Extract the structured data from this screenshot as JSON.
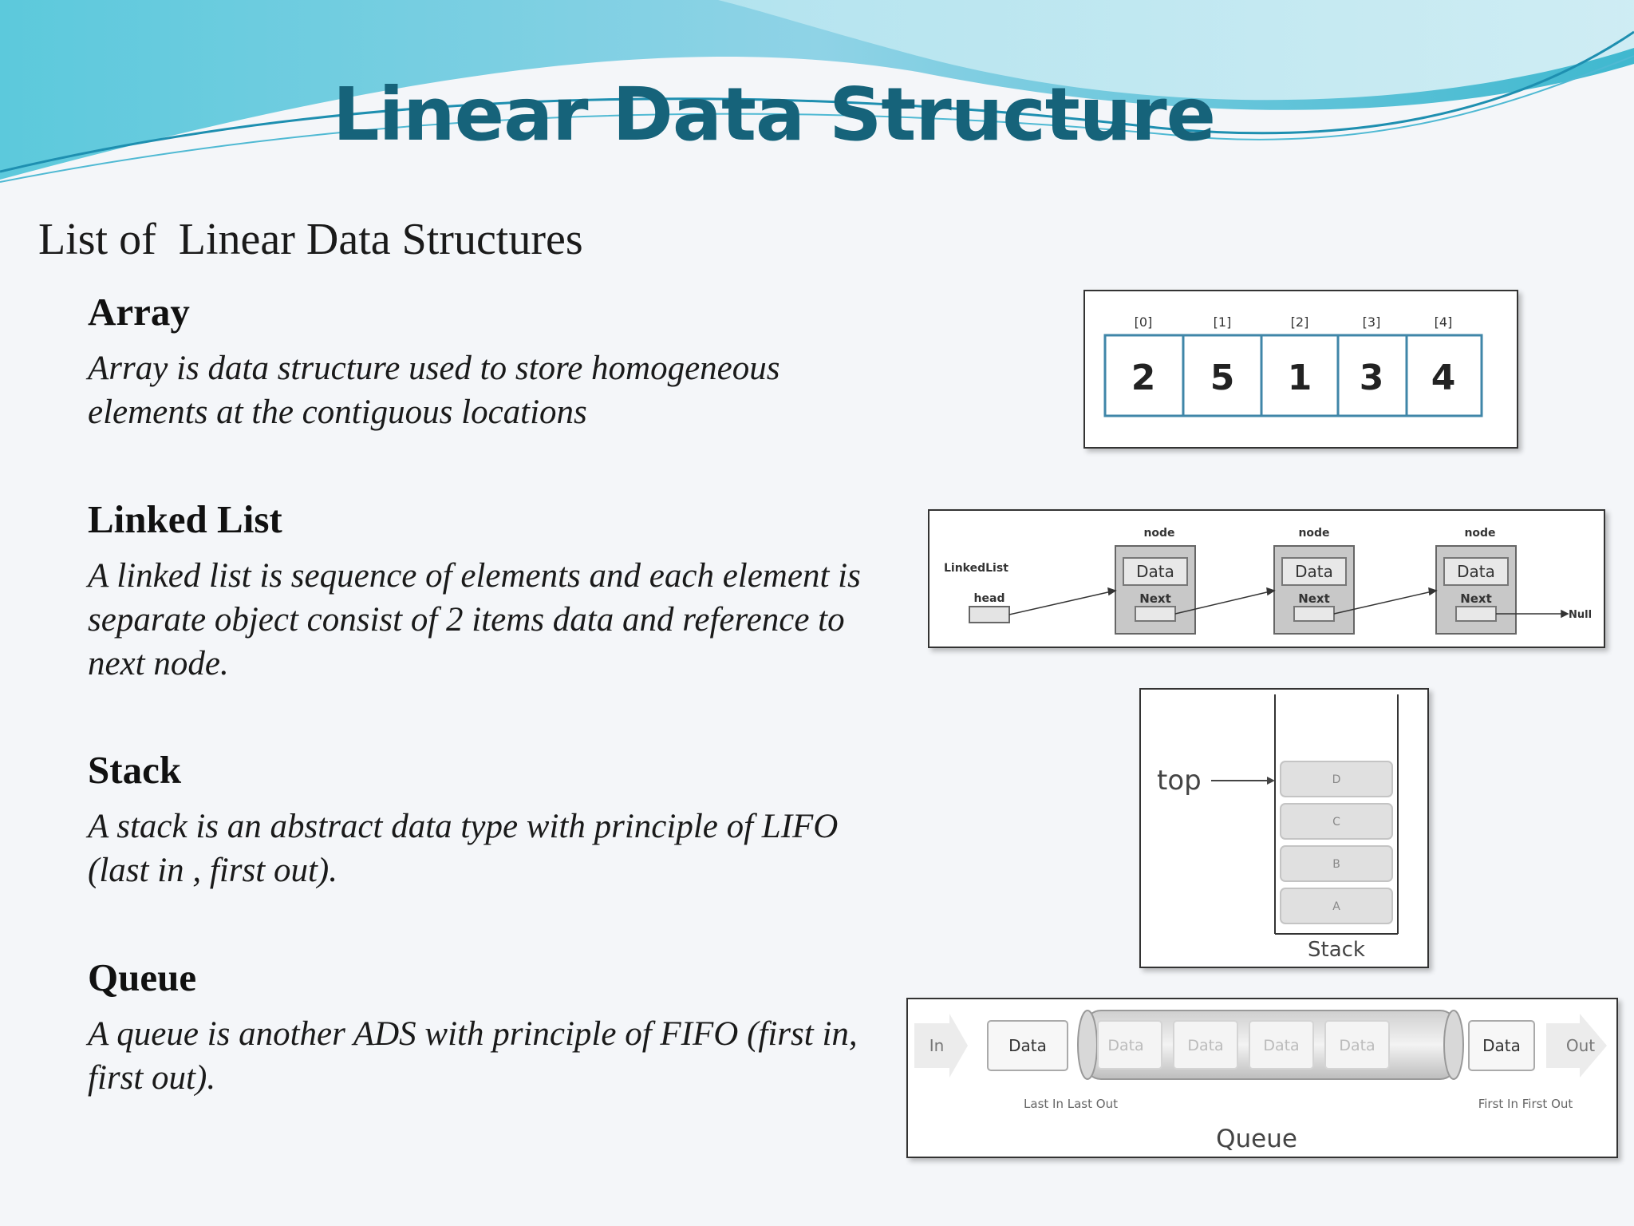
{
  "slide": {
    "title": "Linear Data Structure",
    "subtitle": "List of  Linear Data Structures"
  },
  "sections": [
    {
      "heading": "Array",
      "body": "Array is data structure used to store homogeneous elements at the contiguous locations"
    },
    {
      "heading": "Linked List",
      "body": "A linked list is sequence of elements and each element is separate object consist of 2 items data and reference to next node."
    },
    {
      "heading": "Stack",
      "body": "A stack is an abstract data type with principle of LIFO (last in , first out)."
    },
    {
      "heading": "Queue",
      "body": "A queue is another ADS with principle of FIFO (first in, first out)."
    }
  ],
  "array_fig": {
    "indices": [
      "[0]",
      "[1]",
      "[2]",
      "[3]",
      "[4]"
    ],
    "values": [
      "2",
      "5",
      "1",
      "3",
      "4"
    ]
  },
  "linked_fig": {
    "list_label": "LinkedList",
    "head_label": "head",
    "node_label": "node",
    "data_label": "Data",
    "next_label": "Next",
    "null_label": "Null"
  },
  "stack_fig": {
    "top_label": "top",
    "items": [
      "D",
      "C",
      "B",
      "A"
    ],
    "caption": "Stack"
  },
  "queue_fig": {
    "in_label": "In",
    "out_label": "Out",
    "data_label": "Data",
    "left_caption": "Last In Last Out",
    "right_caption": "First In First Out",
    "caption": "Queue"
  },
  "colors": {
    "title": "#16637a",
    "array_border": "#3f86a8",
    "wave_dark": "#3fb8cf",
    "wave_light": "#a8dcec"
  }
}
